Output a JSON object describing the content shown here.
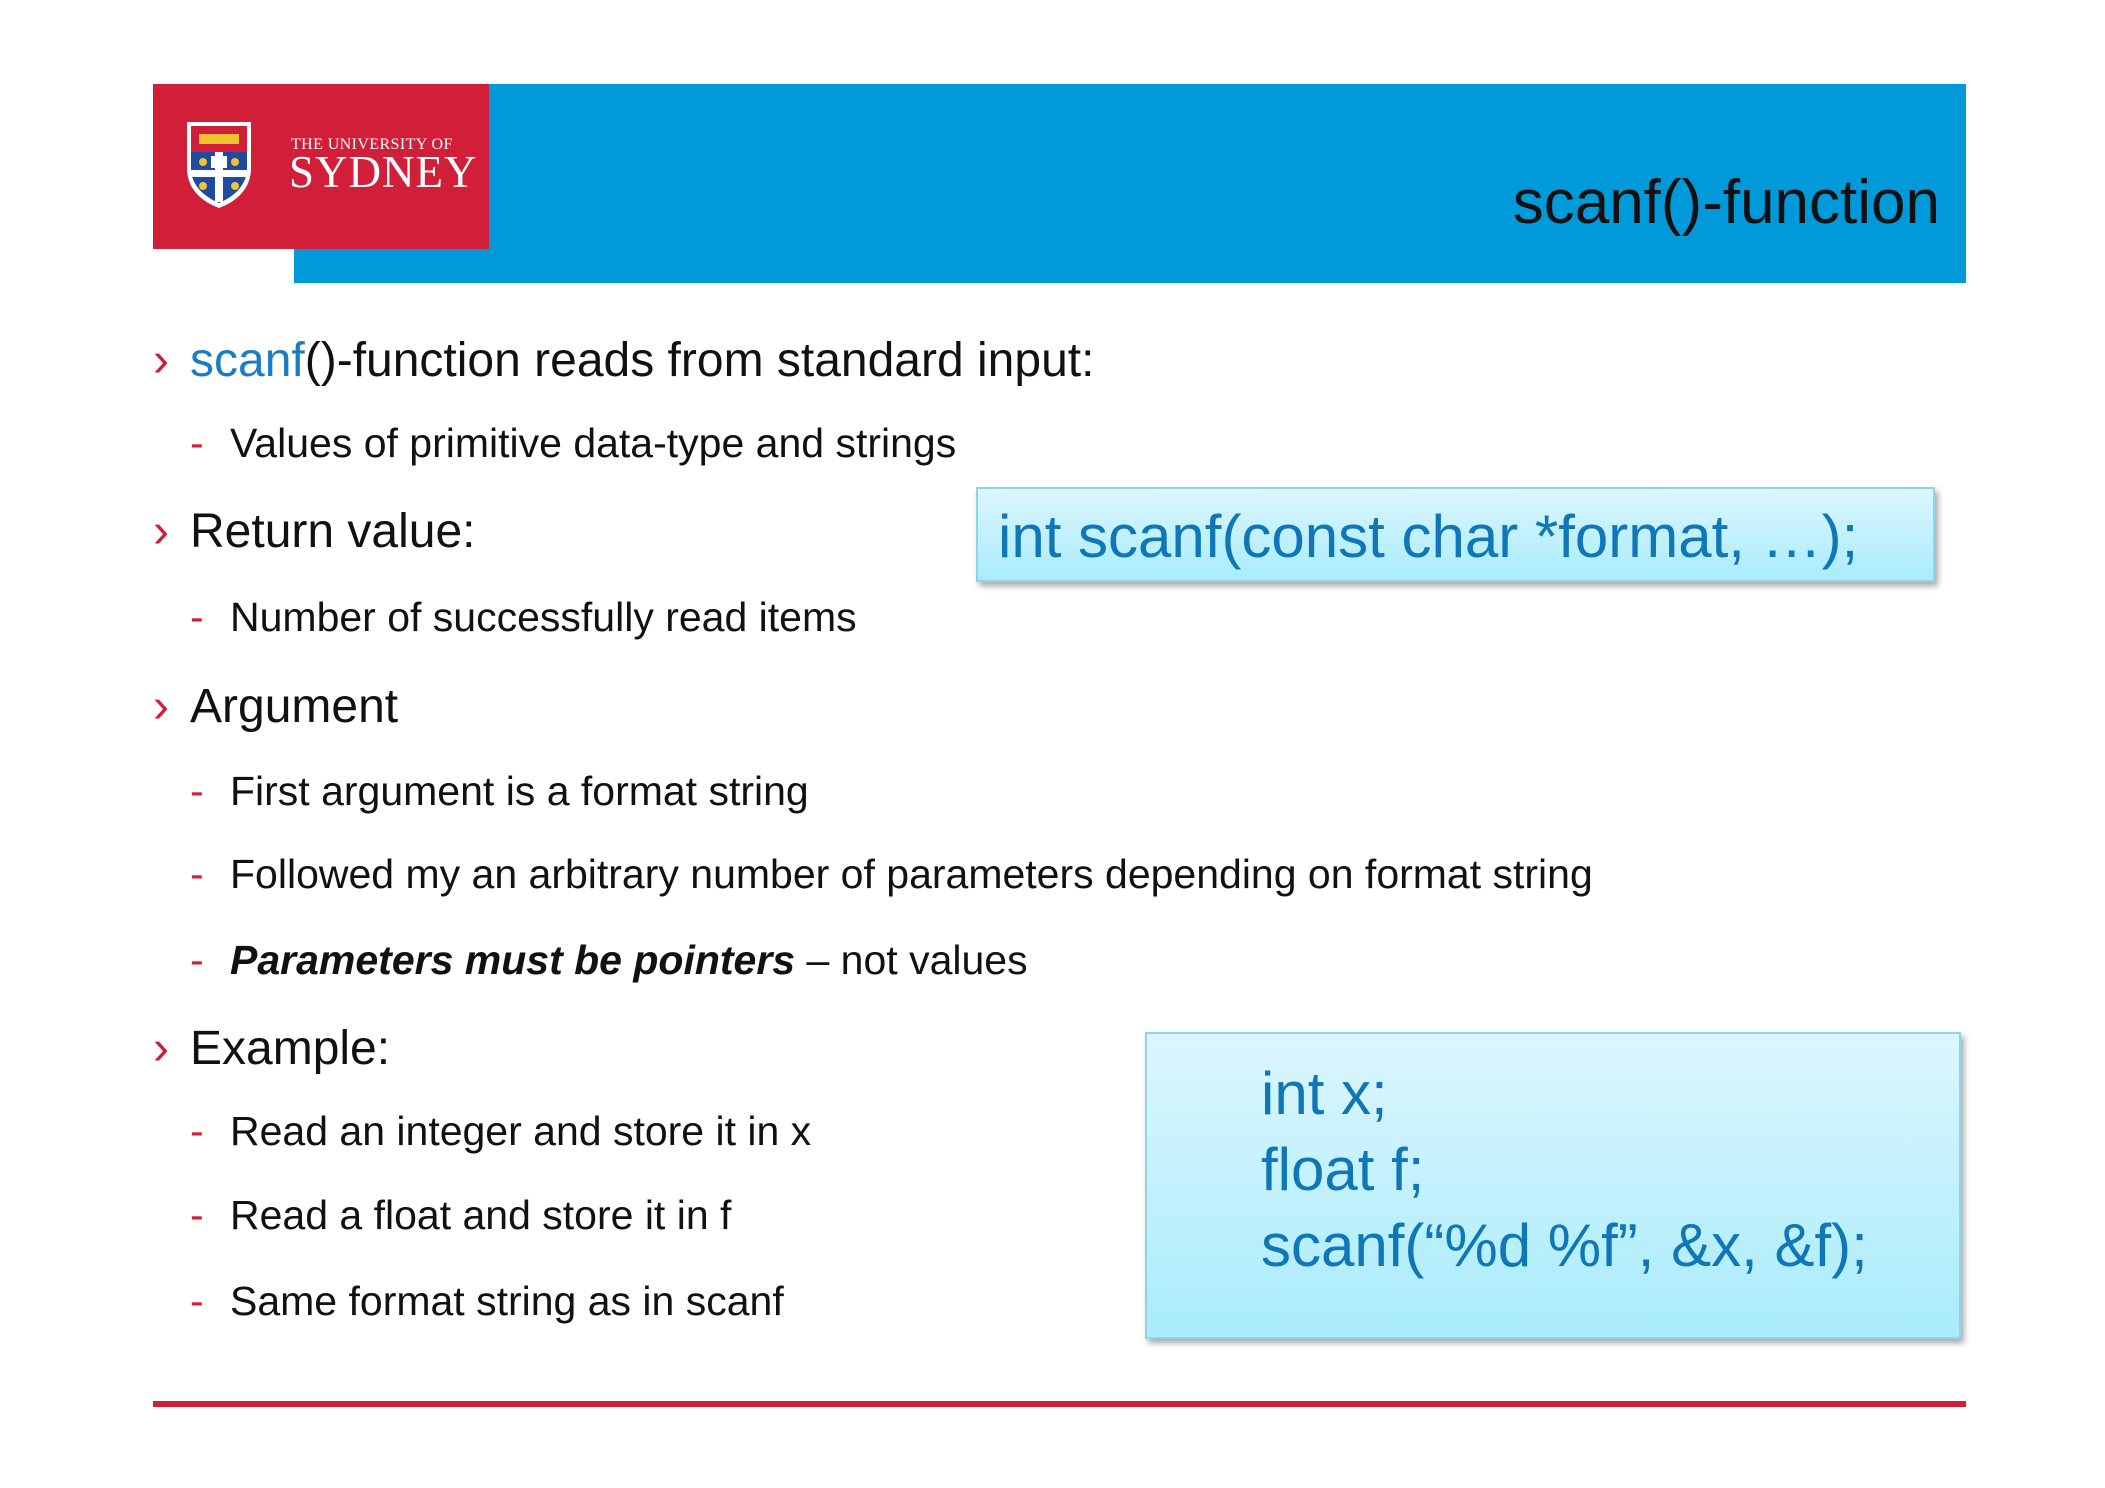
{
  "logo": {
    "line1": "THE UNIVERSITY OF",
    "line2": "SYDNEY",
    "icon": "university-crest-icon"
  },
  "title": "scanf()-function",
  "bullets": [
    {
      "level": 1,
      "accent": "scanf",
      "text": "()-function reads from standard input:"
    },
    {
      "level": 2,
      "text": "Values of primitive data-type and strings"
    },
    {
      "level": 1,
      "text": "Return value:"
    },
    {
      "level": 2,
      "text": "Number of successfully read items"
    },
    {
      "level": 1,
      "text": "Argument"
    },
    {
      "level": 2,
      "text": "First argument is a format string"
    },
    {
      "level": 2,
      "text": "Followed my an arbitrary number of parameters depending on format string"
    },
    {
      "level": 2,
      "emphasis": "Parameters must be pointers",
      "text": " – not values"
    },
    {
      "level": 1,
      "text": "Example:"
    },
    {
      "level": 2,
      "text": "Read an integer and store it in x"
    },
    {
      "level": 2,
      "text": "Read a float and store it in f"
    },
    {
      "level": 2,
      "text": "Same format string as in scanf"
    }
  ],
  "markers": {
    "level1": "›",
    "level2": "-"
  },
  "signature_box": "int scanf(const char *format, …);",
  "example_box": {
    "lines": [
      "int x;",
      "float f;",
      "scanf(“%d %f”, &x, &f);"
    ]
  },
  "colors": {
    "brand_red": "#d11f3a",
    "header_blue": "#009ada",
    "accent_blue": "#1a7dc4",
    "code_text": "#0f76b8"
  }
}
